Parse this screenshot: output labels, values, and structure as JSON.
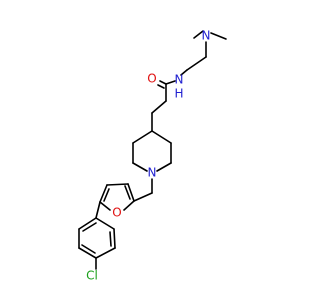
{
  "colors": {
    "bond": "#000000",
    "nitrogen": "#1f1fd0",
    "oxygen": "#e01010",
    "chlorine": "#1aa01a",
    "background": "#ffffff"
  },
  "atoms": {
    "n_dimethyl": "N",
    "n_amide": "N",
    "h_amide": "H",
    "o_carbonyl": "O",
    "n_piperidine": "N",
    "o_furan": "O",
    "cl": "Cl"
  }
}
